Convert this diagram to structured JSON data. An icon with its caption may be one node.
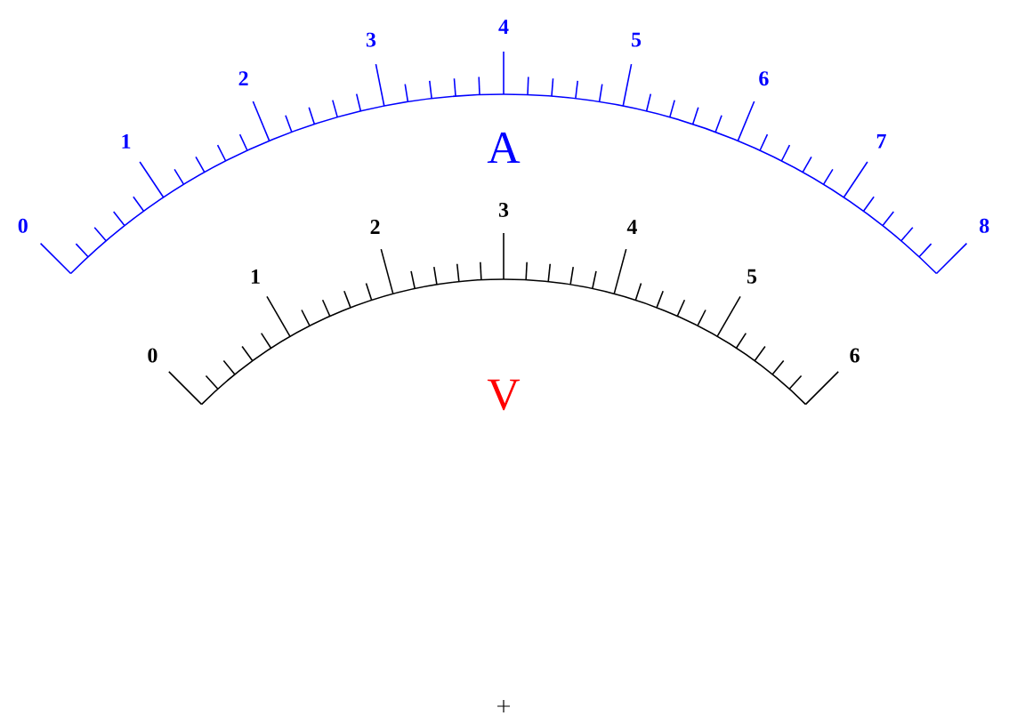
{
  "diagram": {
    "labels": [
      "0",
      "1",
      "2",
      "3",
      "4",
      "5",
      "6",
      "7",
      "8",
      "A",
      "0",
      "1",
      "2",
      "3",
      "4",
      "5",
      "6",
      "V"
    ]
  }
}
